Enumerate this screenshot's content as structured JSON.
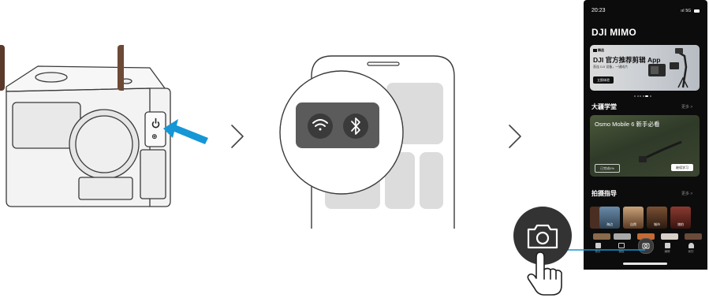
{
  "phone": {
    "status_time": "20:23",
    "status_signal": "5G",
    "app_title": "DJI MIMO",
    "banner": {
      "tag": "精选",
      "headline": "DJI 官方推荐剪辑 App",
      "subtitle": "直连 DJI 设备，一键成片",
      "button": "立即体验"
    },
    "academy": {
      "title": "大疆学堂",
      "more": "更多 >"
    },
    "course": {
      "title": "Osmo Mobile 6 新手必看",
      "progress": "已完成0%",
      "button": "继续学习"
    },
    "guide": {
      "title": "拍摄指导",
      "more": "更多 >"
    },
    "tiles": [
      "海边",
      "自然",
      "城市",
      "旅拍"
    ],
    "tabs": [
      "首页",
      "模板",
      "",
      "编辑",
      "我的"
    ]
  },
  "colors": {
    "accent_arrow": "#1596d6",
    "app_background": "#0c0c0c",
    "popup_background": "#5b5b5b"
  },
  "icons": [
    "power-icon",
    "wifi-icon",
    "bluetooth-icon",
    "camera-icon",
    "hand-pointer-icon",
    "chevron-right-icon"
  ]
}
